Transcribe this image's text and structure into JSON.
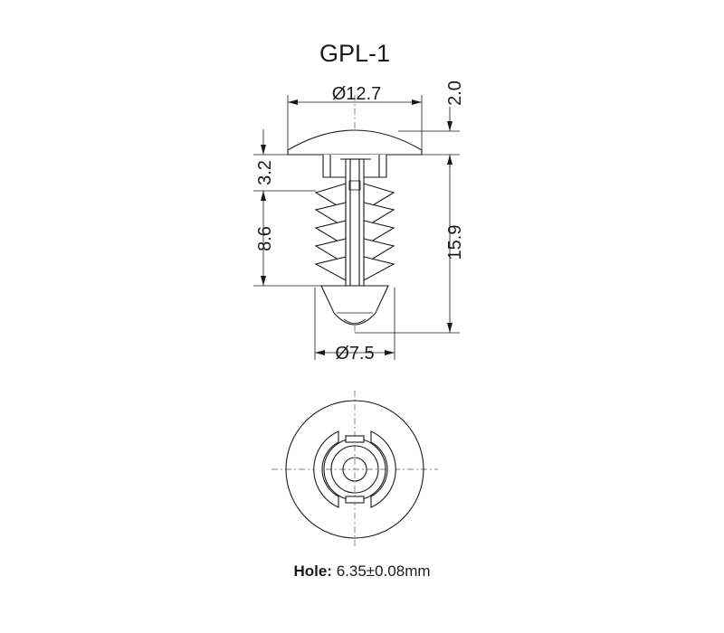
{
  "title": "GPL-1",
  "dimensions": {
    "head_diameter": "Ø12.7",
    "head_height": "2.0",
    "top_gap": "3.2",
    "fin_length": "8.6",
    "total_length": "15.9",
    "tip_diameter": "Ø7.5"
  },
  "caption": {
    "label": "Hole:",
    "value": "6.35±0.08mm"
  }
}
